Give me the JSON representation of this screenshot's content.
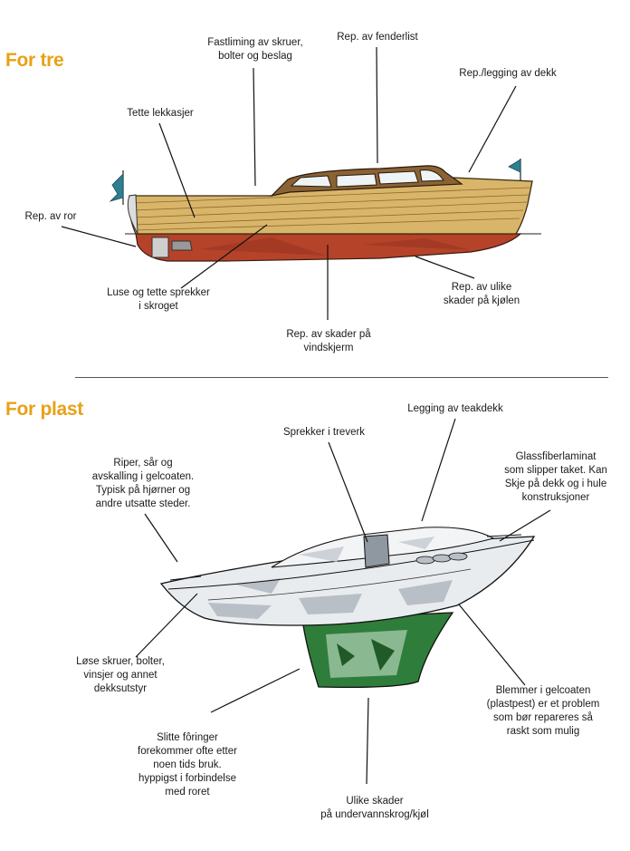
{
  "wood": {
    "heading": "For tre",
    "labels": {
      "fastliming": "Fastliming av skruer,\nbolter og beslag",
      "fenderlist": "Rep. av fenderlist",
      "dekk": "Rep./legging av dekk",
      "lekkasjer": "Tette lekkasjer",
      "ror": "Rep. av ror",
      "luse": "Luse og tette sprekker\ni skroget",
      "kjolen": "Rep. av ulike\nskader på kjølen",
      "vindskjerm": "Rep. av skader på\nvindskjerm"
    }
  },
  "plastic": {
    "heading": "For plast",
    "labels": {
      "teakdekk": "Legging av teakdekk",
      "treverk": "Sprekker i treverk",
      "riper": "Riper, sår og\navskalling i gelcoaten.\nTypisk på hjørner og\nandre utsatte steder.",
      "glassfiber": "Glassfiberlaminat\nsom slipper taket. Kan\nSkje på dekk og i hule\nkonstruksjoner",
      "skruer": "Løse skruer, bolter,\nvinsjer og annet\ndekksutstyr",
      "blemmer": "Blemmer i gelcoaten\n(plastpest) er et problem\nsom bør repareres så\nraskt som mulig",
      "foringer": "Slitte fôringer\nforekommer ofte etter\nnoen tids bruk.\nhyppigst i forbindelse\nmed roret",
      "undervann": "Ulike skader\npå undervannskrog/kjøl"
    }
  },
  "colors": {
    "heading": "#e8a117",
    "wood_hull": "#d9b56a",
    "wood_plank_line": "#8a6a2e",
    "bottom_paint": "#b5432a",
    "cabin": "#8a6236",
    "window": "#eef3f6",
    "flag": "#2f7f92",
    "gelcoat": "#e9ecef",
    "gelcoat_shade": "#b9bfc6",
    "keel_green": "#2f7d3a",
    "line": "#111111"
  },
  "icons": [
    "wooden-motorboat-illustration",
    "fiberglass-sailboat-illustration"
  ]
}
